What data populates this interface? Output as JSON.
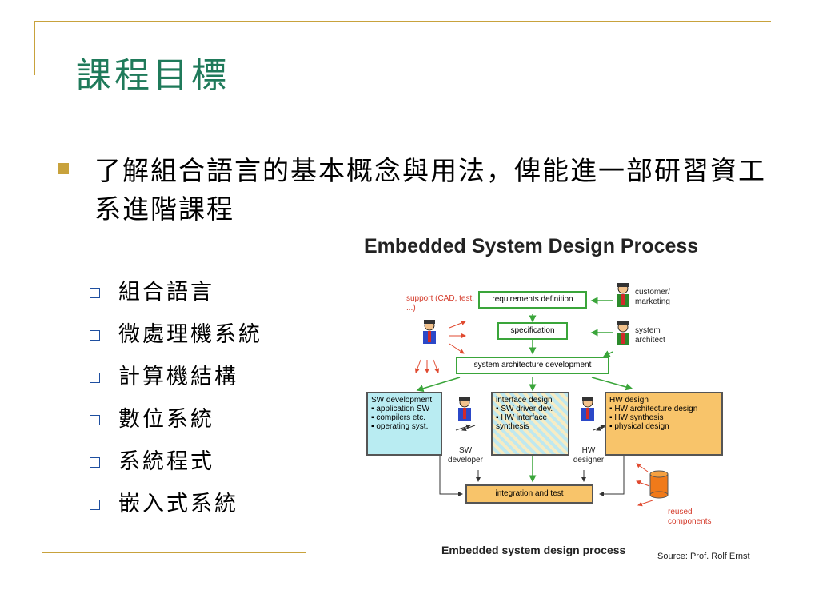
{
  "title": "課程目標",
  "main_bullet": "了解組合語言的基本概念與用法，俾能進一部研習資工系進階課程",
  "sub_bullets": [
    "組合語言",
    "微處理機系統",
    "計算機結構",
    "數位系統",
    "系統程式",
    "嵌入式系統"
  ],
  "diagram": {
    "title": "Embedded System Design Process",
    "support": "support (CAD, test, ...)",
    "requirements": "requirements definition",
    "specification": "specification",
    "architecture": "system architecture development",
    "customer": "customer/ marketing",
    "architect": "system architect",
    "sw_title": "SW development",
    "sw_items": [
      "application SW",
      "compilers etc.",
      "operating syst."
    ],
    "if_title": "interface design",
    "if_items": [
      "SW driver dev.",
      "HW interface synthesis"
    ],
    "hw_title": "HW design",
    "hw_items": [
      "HW architecture design",
      "HW synthesis",
      "physical design"
    ],
    "sw_dev": "SW developer",
    "hw_dev": "HW designer",
    "integration": "integration and test",
    "reused": "reused components",
    "caption": "Embedded system design process",
    "source": "Source: Prof. Rolf Ernst"
  },
  "colors": {
    "accent": "#c8a23c",
    "title": "#1f7a5a",
    "green": "#3aa53a",
    "orange": "#f8c46a",
    "cyan": "#b9ecf2"
  }
}
